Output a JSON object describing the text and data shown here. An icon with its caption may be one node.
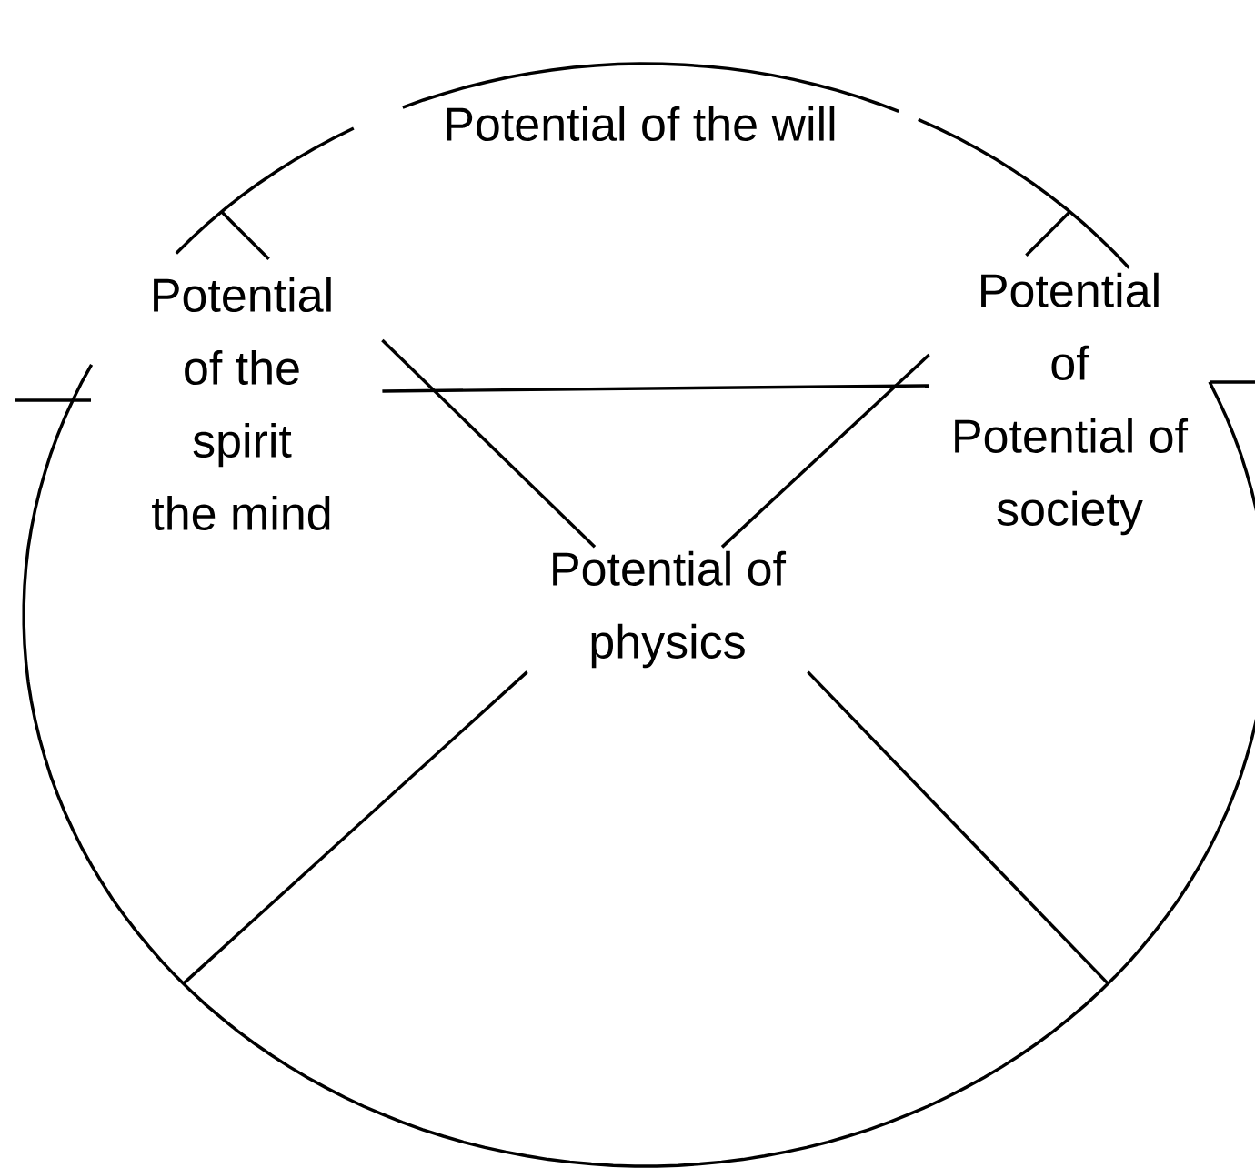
{
  "diagram": {
    "nodes": [
      {
        "text": [],
        "shape": "circle"
      },
      {
        "text": [
          "Potential of the will"
        ],
        "in": 0
      },
      {
        "text": [
          "Potential of the spirit",
          "the mind"
        ],
        "in": 0
      },
      {
        "text": [
          "Potential of",
          "Potential of society"
        ],
        "in": 0
      },
      {
        "text": [
          "Potential of physics"
        ],
        "in": 0
      }
    ],
    "edges": [
      {
        "from": 2,
        "to": 4,
        "arrow": "none"
      },
      {
        "from": 2,
        "to": 3,
        "arrow": "none"
      },
      {
        "from": 3,
        "to": 4,
        "arrow": "none"
      },
      {
        "from": 4,
        "to": null,
        "arrow": "none"
      },
      {
        "from": 4,
        "to": null,
        "arrow": "none"
      }
    ]
  }
}
